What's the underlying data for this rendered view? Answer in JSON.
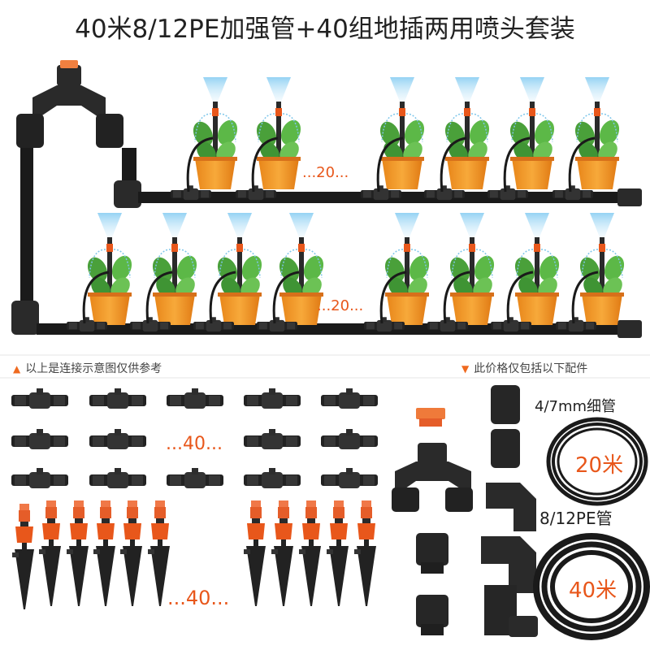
{
  "title": "40米8/12PE加强管+40组地插两用喷头套装",
  "diagram": {
    "row1_ellipsis": "...20...",
    "row2_ellipsis": "...20..."
  },
  "notes": {
    "left": "以上是连接示意图仅供参考",
    "right": "此价格仅包括以下配件"
  },
  "parts": {
    "connectors_ellipsis": "...40...",
    "stakes_ellipsis": "...40...",
    "thin_tube_label": "4/7mm细管",
    "thin_tube_length": "20米",
    "pe_tube_label": "8/12PE管",
    "pe_tube_length": "40米"
  },
  "colors": {
    "accent": "#e8571b",
    "pipe": "#1a1a1a",
    "pot": "#f29a1e",
    "mist": "#9fd6f2"
  }
}
